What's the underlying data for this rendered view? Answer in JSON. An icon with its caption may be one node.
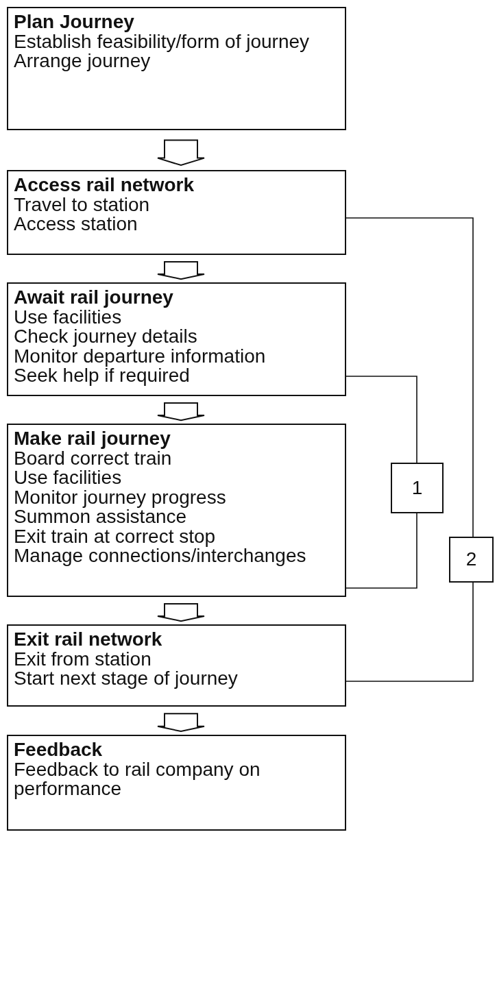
{
  "diagram": {
    "nodes": [
      {
        "text": [
          "Plan Journey",
          "Establish feasibility/form of journey",
          "Arrange journey"
        ]
      },
      {
        "text": [
          "Access rail network",
          "Travel to station",
          "Access station"
        ]
      },
      {
        "text": [
          "Await rail journey",
          "Use facilities",
          "Check journey details",
          "Monitor departure information",
          "Seek help if required"
        ]
      },
      {
        "text": [
          "Make rail journey",
          "Board correct train",
          "Use facilities",
          "Monitor journey progress",
          "Summon assistance",
          "Exit train at correct stop",
          "Manage connections/interchanges"
        ]
      },
      {
        "text": [
          "Exit rail network",
          "Exit from station",
          "Start next stage of journey"
        ]
      },
      {
        "text": [
          "Feedback",
          "Feedback to rail company on performance"
        ]
      },
      {
        "text": [
          "1"
        ]
      },
      {
        "text": [
          "2"
        ]
      }
    ],
    "edges": [
      {
        "from": 0,
        "to": 1,
        "arrow": "to",
        "style": "thick"
      },
      {
        "from": 1,
        "to": 2,
        "arrow": "to",
        "style": "thick"
      },
      {
        "from": 2,
        "to": 3,
        "arrow": "to",
        "style": "thick"
      },
      {
        "from": 3,
        "to": 4,
        "arrow": "to",
        "style": "thick"
      },
      {
        "from": 4,
        "to": 5,
        "arrow": "to",
        "style": "thick"
      },
      {
        "from": 2,
        "to": 6,
        "arrow": "none"
      },
      {
        "from": 6,
        "to": 3,
        "arrow": "none"
      },
      {
        "from": 1,
        "to": 7,
        "arrow": "none"
      },
      {
        "from": 7,
        "to": 4,
        "arrow": "none"
      }
    ]
  }
}
